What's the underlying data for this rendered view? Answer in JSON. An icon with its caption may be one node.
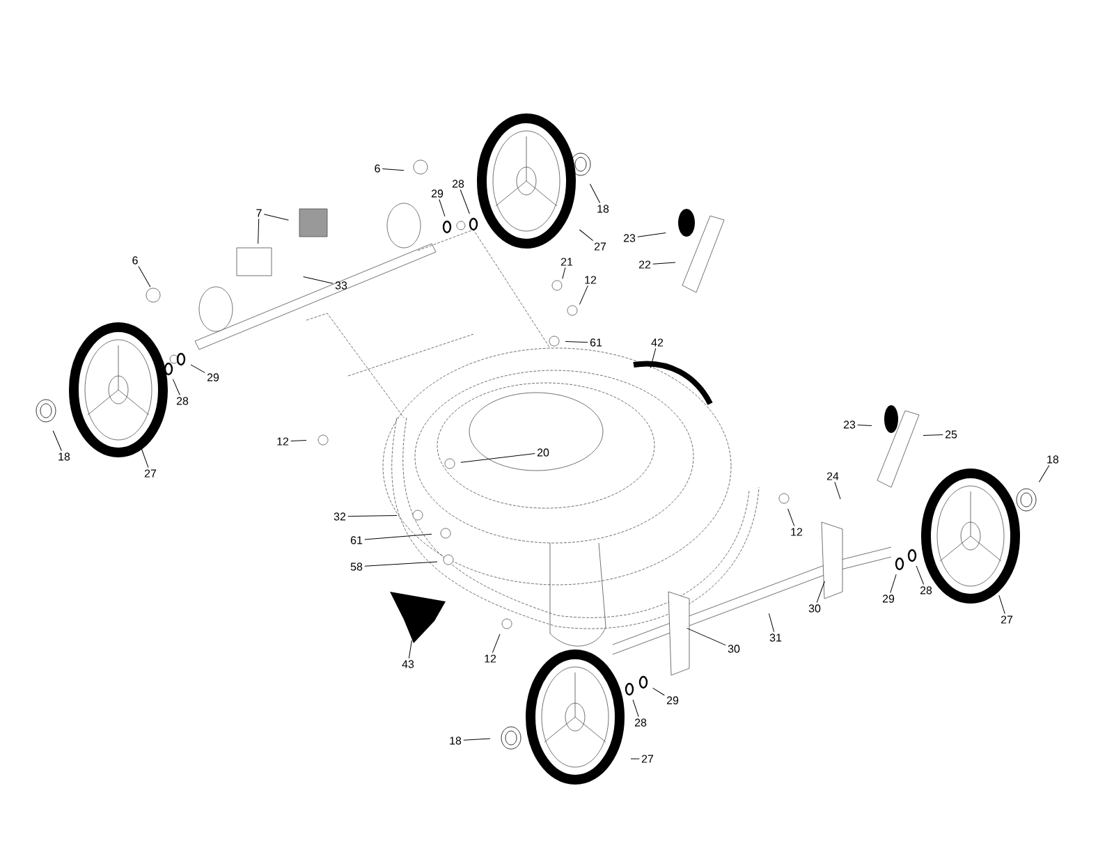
{
  "diagram": {
    "nodes": [
      {
        "text": [
          "6"
        ]
      },
      {
        "text": [
          "7"
        ]
      },
      {
        "text": [
          "29"
        ]
      },
      {
        "text": [
          "28"
        ]
      },
      {
        "text": [
          "18"
        ]
      },
      {
        "text": [
          "23"
        ]
      },
      {
        "text": [
          "22"
        ]
      },
      {
        "text": [
          "27"
        ]
      },
      {
        "text": [
          "6"
        ]
      },
      {
        "text": [
          "21"
        ]
      },
      {
        "text": [
          "12"
        ]
      },
      {
        "text": [
          "33"
        ]
      },
      {
        "text": [
          "61"
        ]
      },
      {
        "text": [
          "42"
        ]
      },
      {
        "text": [
          "29"
        ]
      },
      {
        "text": [
          "28"
        ]
      },
      {
        "text": [
          "18"
        ]
      },
      {
        "text": [
          "27"
        ]
      },
      {
        "text": [
          "23"
        ]
      },
      {
        "text": [
          "25"
        ]
      },
      {
        "text": [
          "12"
        ]
      },
      {
        "text": [
          "20"
        ]
      },
      {
        "text": [
          "18"
        ]
      },
      {
        "text": [
          "24"
        ]
      },
      {
        "text": [
          "32"
        ]
      },
      {
        "text": [
          "12"
        ]
      },
      {
        "text": [
          "61"
        ]
      },
      {
        "text": [
          "58"
        ]
      },
      {
        "text": [
          "30"
        ]
      },
      {
        "text": [
          "29"
        ]
      },
      {
        "text": [
          "28"
        ]
      },
      {
        "text": [
          "43"
        ]
      },
      {
        "text": [
          "12"
        ]
      },
      {
        "text": [
          "27"
        ]
      },
      {
        "text": [
          "31"
        ]
      },
      {
        "text": [
          "30"
        ]
      },
      {
        "text": [
          "29"
        ]
      },
      {
        "text": [
          "28"
        ]
      },
      {
        "text": [
          "18"
        ]
      },
      {
        "text": [
          "27"
        ]
      }
    ],
    "edges": [
      {
        "from": 0,
        "to": null,
        "arrow": "none"
      },
      {
        "from": 1,
        "to": null,
        "arrow": "none"
      },
      {
        "from": 1,
        "to": null,
        "arrow": "none"
      },
      {
        "from": 2,
        "to": null,
        "arrow": "none"
      },
      {
        "from": 3,
        "to": null,
        "arrow": "none"
      },
      {
        "from": 4,
        "to": null,
        "arrow": "none"
      },
      {
        "from": 5,
        "to": null,
        "arrow": "none"
      },
      {
        "from": 6,
        "to": null,
        "arrow": "none"
      },
      {
        "from": 7,
        "to": null,
        "arrow": "none"
      },
      {
        "from": 8,
        "to": null,
        "arrow": "none"
      },
      {
        "from": 9,
        "to": null,
        "arrow": "none"
      },
      {
        "from": 10,
        "to": null,
        "arrow": "none"
      },
      {
        "from": 11,
        "to": null,
        "arrow": "none"
      },
      {
        "from": 12,
        "to": null,
        "arrow": "none"
      },
      {
        "from": 13,
        "to": null,
        "arrow": "none"
      },
      {
        "from": 14,
        "to": null,
        "arrow": "none"
      },
      {
        "from": 15,
        "to": null,
        "arrow": "none"
      },
      {
        "from": 16,
        "to": null,
        "arrow": "none"
      },
      {
        "from": 17,
        "to": null,
        "arrow": "none"
      },
      {
        "from": 18,
        "to": null,
        "arrow": "none"
      },
      {
        "from": 19,
        "to": null,
        "arrow": "none"
      },
      {
        "from": 20,
        "to": null,
        "arrow": "none"
      },
      {
        "from": 21,
        "to": null,
        "arrow": "none"
      },
      {
        "from": 22,
        "to": null,
        "arrow": "none"
      },
      {
        "from": 23,
        "to": null,
        "arrow": "none"
      },
      {
        "from": 24,
        "to": null,
        "arrow": "none"
      },
      {
        "from": 25,
        "to": null,
        "arrow": "none"
      },
      {
        "from": 26,
        "to": null,
        "arrow": "none"
      },
      {
        "from": 27,
        "to": null,
        "arrow": "none"
      },
      {
        "from": 28,
        "to": null,
        "arrow": "none"
      },
      {
        "from": 29,
        "to": null,
        "arrow": "none"
      },
      {
        "from": 30,
        "to": null,
        "arrow": "none"
      },
      {
        "from": 31,
        "to": null,
        "arrow": "none"
      },
      {
        "from": 32,
        "to": null,
        "arrow": "none"
      },
      {
        "from": 33,
        "to": null,
        "arrow": "none"
      },
      {
        "from": 34,
        "to": null,
        "arrow": "none"
      },
      {
        "from": 35,
        "to": null,
        "arrow": "none"
      },
      {
        "from": 36,
        "to": null,
        "arrow": "none"
      },
      {
        "from": 37,
        "to": null,
        "arrow": "none"
      },
      {
        "from": 38,
        "to": null,
        "arrow": "none"
      },
      {
        "from": 39,
        "to": null,
        "arrow": "none"
      }
    ]
  }
}
